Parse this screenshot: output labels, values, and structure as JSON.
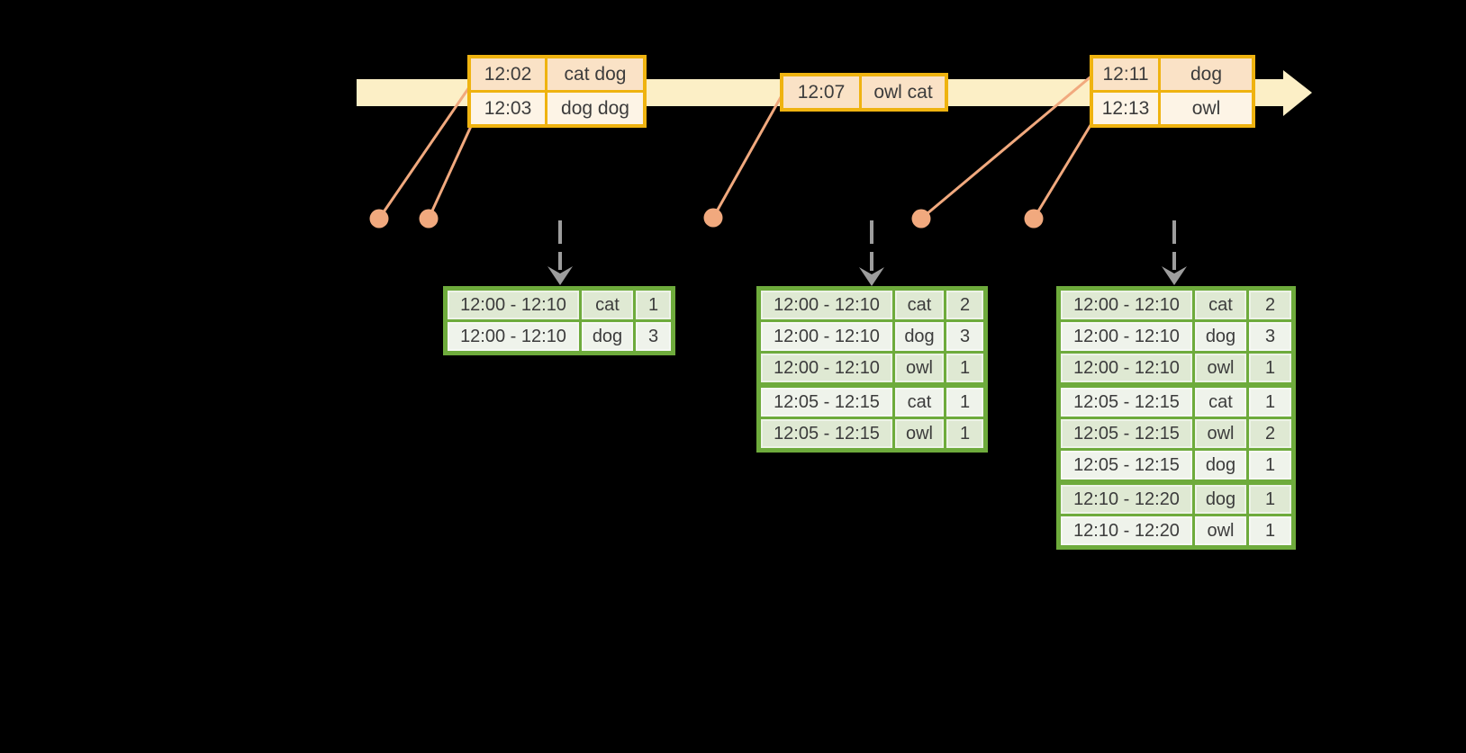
{
  "colors": {
    "background": "#000000",
    "timeline_band": "#FCEFC6",
    "event_table_border": "#EFB310",
    "event_row_peach": "#FAE2C6",
    "event_row_cream": "#FDF4E6",
    "connector_salmon": "#F1A97E",
    "result_table_border": "#6EAB3C",
    "result_row_dark": "#DFE9D3",
    "result_row_light": "#EFF3EB",
    "trigger_arrow_gray": "#9D9D9D",
    "text": "#414141"
  },
  "timeline": {
    "event_tables": [
      {
        "rows": [
          {
            "time": "12:02",
            "words": "cat dog"
          },
          {
            "time": "12:03",
            "words": "dog dog"
          }
        ]
      },
      {
        "rows": [
          {
            "time": "12:07",
            "words": "owl cat"
          }
        ]
      },
      {
        "rows": [
          {
            "time": "12:11",
            "words": "dog"
          },
          {
            "time": "12:13",
            "words": "owl"
          }
        ]
      }
    ]
  },
  "result_tables": [
    {
      "rows": [
        {
          "window": "12:00 - 12:10",
          "word": "cat",
          "count": "1"
        },
        {
          "window": "12:00 - 12:10",
          "word": "dog",
          "count": "3"
        }
      ]
    },
    {
      "rows": [
        {
          "window": "12:00 - 12:10",
          "word": "cat",
          "count": "2"
        },
        {
          "window": "12:00 - 12:10",
          "word": "dog",
          "count": "3"
        },
        {
          "window": "12:00 - 12:10",
          "word": "owl",
          "count": "1"
        },
        {
          "window": "12:05 - 12:15",
          "word": "cat",
          "count": "1"
        },
        {
          "window": "12:05 - 12:15",
          "word": "owl",
          "count": "1"
        }
      ]
    },
    {
      "rows": [
        {
          "window": "12:00 - 12:10",
          "word": "cat",
          "count": "2"
        },
        {
          "window": "12:00 - 12:10",
          "word": "dog",
          "count": "3"
        },
        {
          "window": "12:00 - 12:10",
          "word": "owl",
          "count": "1"
        },
        {
          "window": "12:05 - 12:15",
          "word": "cat",
          "count": "1"
        },
        {
          "window": "12:05 - 12:15",
          "word": "owl",
          "count": "2"
        },
        {
          "window": "12:05 - 12:15",
          "word": "dog",
          "count": "1"
        },
        {
          "window": "12:10 - 12:20",
          "word": "dog",
          "count": "1"
        },
        {
          "window": "12:10 - 12:20",
          "word": "owl",
          "count": "1"
        }
      ]
    }
  ]
}
